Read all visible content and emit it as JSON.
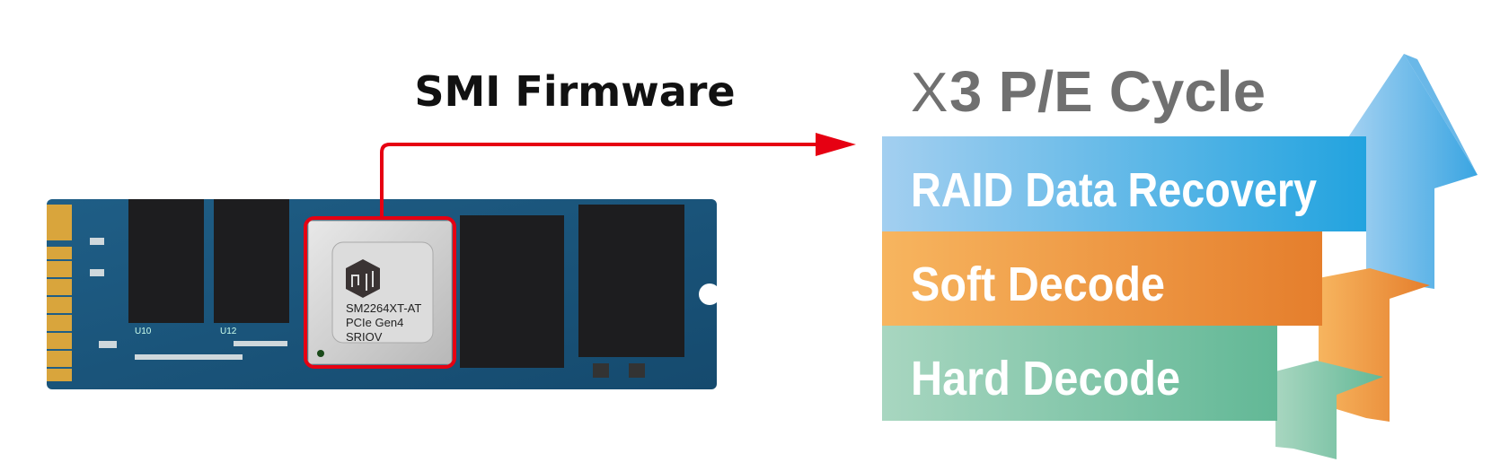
{
  "header": {
    "label": "SMI Firmware"
  },
  "chip": {
    "model": "SM2264XT-AT",
    "interface": "PCIe Gen4",
    "feature": "SRIOV",
    "logo": "SM"
  },
  "board": {
    "labels": [
      "U10",
      "U12"
    ]
  },
  "title": {
    "prefix": "X",
    "main": "3 P/E Cycle"
  },
  "levels": [
    {
      "label": "RAID Data Recovery",
      "color": "#2aa6e0"
    },
    {
      "label": "Soft Decode",
      "color": "#e8822e"
    },
    {
      "label": "Hard Decode",
      "color": "#6dbf9c"
    }
  ],
  "colors": {
    "arrow_line": "#e60012",
    "title": "#707070"
  }
}
